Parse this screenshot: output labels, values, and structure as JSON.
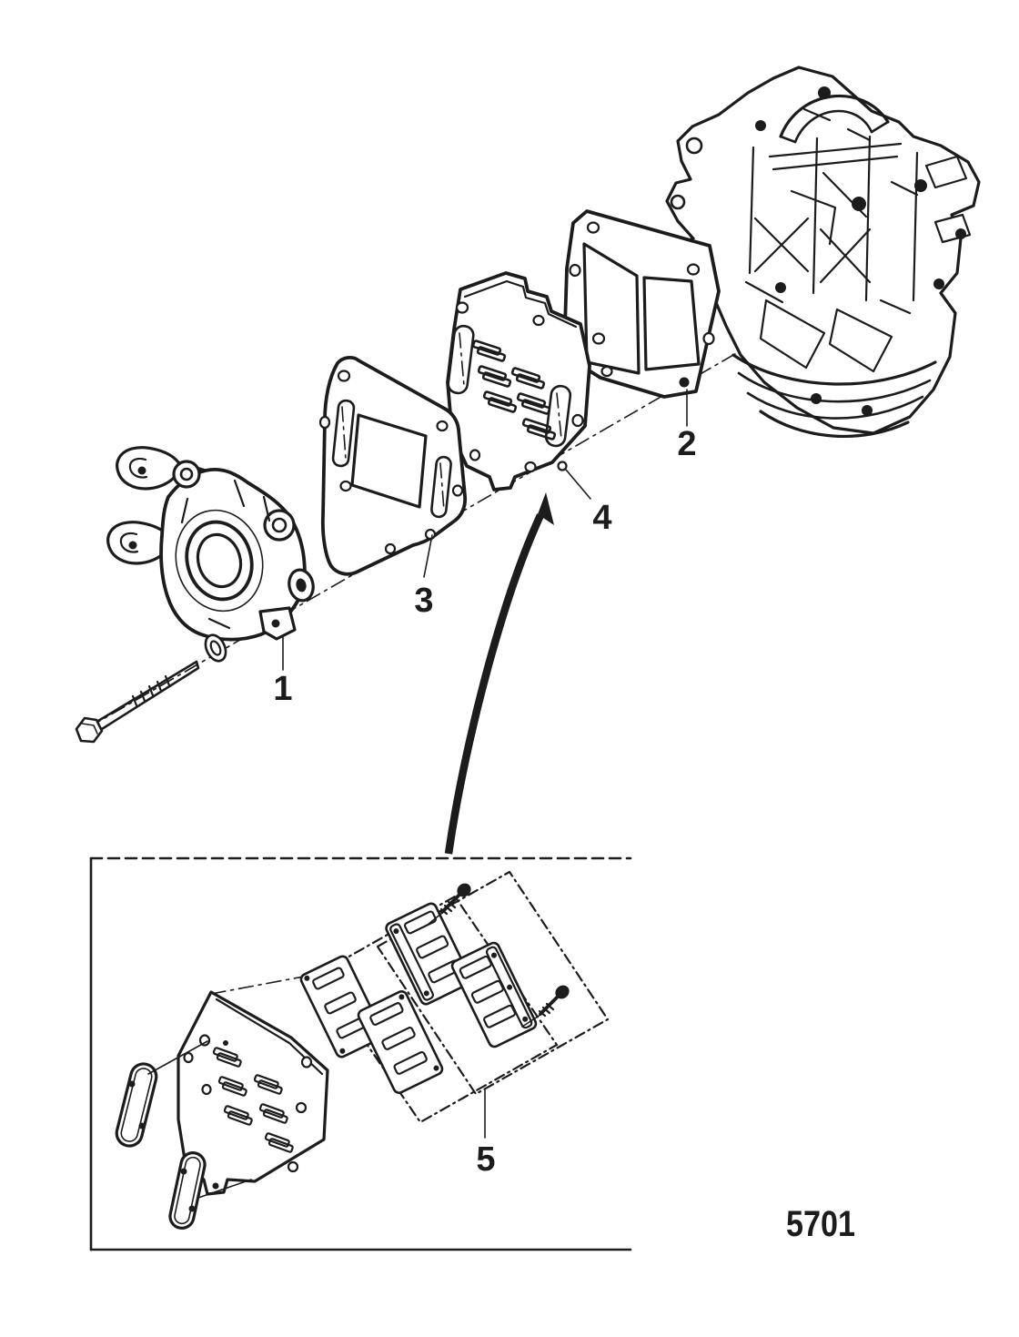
{
  "figure": {
    "background": "#ffffff",
    "line_color": "#1c1c1c",
    "callouts": {
      "c1": "1",
      "c2": "2",
      "c3": "3",
      "c4": "4",
      "c5": "5"
    },
    "drawing_number": "5701"
  }
}
